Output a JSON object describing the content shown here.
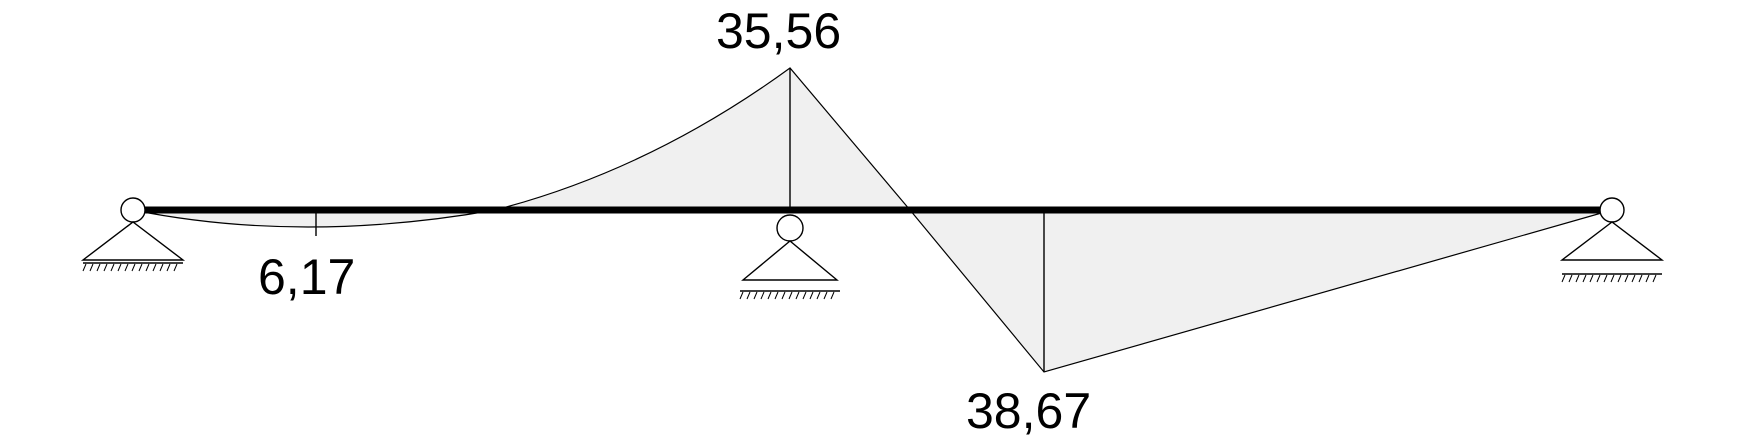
{
  "diagram": {
    "labels": {
      "support_moment": "35,56",
      "span1_moment": "6,17",
      "span2_moment": "38,67"
    },
    "colors": {
      "fill": "#f0f0f0",
      "beam": "#000000",
      "line": "#000000"
    }
  }
}
